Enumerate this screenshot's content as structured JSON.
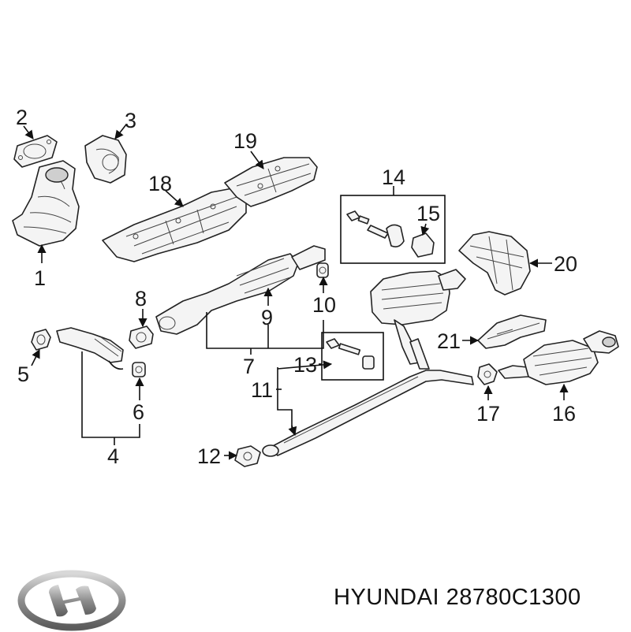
{
  "callouts": {
    "c1": "1",
    "c2": "2",
    "c3": "3",
    "c4": "4",
    "c5": "5",
    "c6": "6",
    "c7": "7",
    "c8": "8",
    "c9": "9",
    "c10": "10",
    "c11": "11",
    "c12": "12",
    "c13": "13",
    "c14": "14",
    "c15": "15",
    "c16": "16",
    "c17": "17",
    "c18": "18",
    "c19": "19",
    "c20": "20",
    "c21": "21"
  },
  "footer": {
    "brand": "HYUNDAI",
    "part_number": "28780C1300"
  },
  "logo": {
    "name": "hyundai-logo",
    "color": "#9a9a9a"
  }
}
